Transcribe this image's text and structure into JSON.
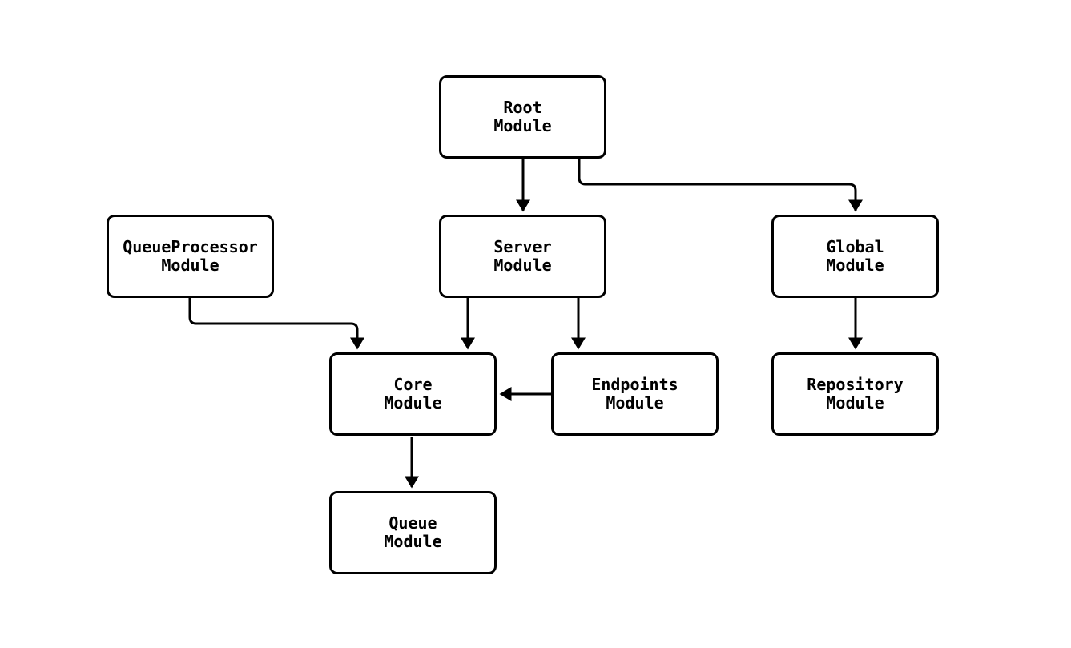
{
  "diagram": {
    "background_color": "#ffffff",
    "line_color": "#000000",
    "box_fill": "#ffffff",
    "box_border_color": "#000000",
    "nodes": [
      {
        "id": "root",
        "line1": "Root",
        "line2": "Module"
      },
      {
        "id": "queueprocessor",
        "line1": "QueueProcessor",
        "line2": "Module"
      },
      {
        "id": "server",
        "line1": "Server",
        "line2": "Module"
      },
      {
        "id": "global",
        "line1": "Global",
        "line2": "Module"
      },
      {
        "id": "core",
        "line1": "Core",
        "line2": "Module"
      },
      {
        "id": "endpoints",
        "line1": "Endpoints",
        "line2": "Module"
      },
      {
        "id": "repository",
        "line1": "Repository",
        "line2": "Module"
      },
      {
        "id": "queue",
        "line1": "Queue",
        "line2": "Module"
      }
    ],
    "edges": [
      {
        "from": "Root Module",
        "to": "Server Module"
      },
      {
        "from": "Root Module",
        "to": "Global Module"
      },
      {
        "from": "QueueProcessor Module",
        "to": "Core Module"
      },
      {
        "from": "Server Module",
        "to": "Core Module"
      },
      {
        "from": "Server Module",
        "to": "Endpoints Module"
      },
      {
        "from": "Endpoints Module",
        "to": "Core Module"
      },
      {
        "from": "Global Module",
        "to": "Repository Module"
      },
      {
        "from": "Core Module",
        "to": "Queue Module"
      }
    ]
  }
}
